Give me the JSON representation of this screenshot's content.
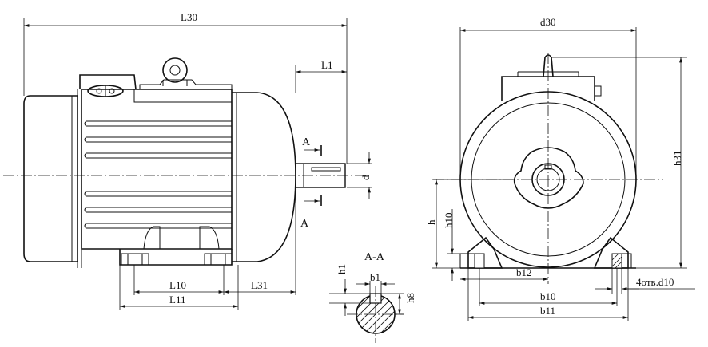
{
  "side_view": {
    "overall_length": "L30",
    "shaft_extension": "L1",
    "shaft_diameter": "d",
    "foot_hole_spacing": "L10",
    "foot_length": "L11",
    "foot_to_shaft_end": "L31",
    "section_mark": "A"
  },
  "front_view": {
    "overall_diameter": "d30",
    "overall_height": "h31",
    "axis_height": "h",
    "foot_height": "h10",
    "foot_mounting_width": "b10",
    "foot_overall_width": "b11",
    "foot_edge_to_axis": "b12",
    "mounting_holes": "4отв.d10"
  },
  "section_view": {
    "title": "А-А",
    "key_depth": "h1",
    "key_width": "b1",
    "key_height": "h8"
  }
}
